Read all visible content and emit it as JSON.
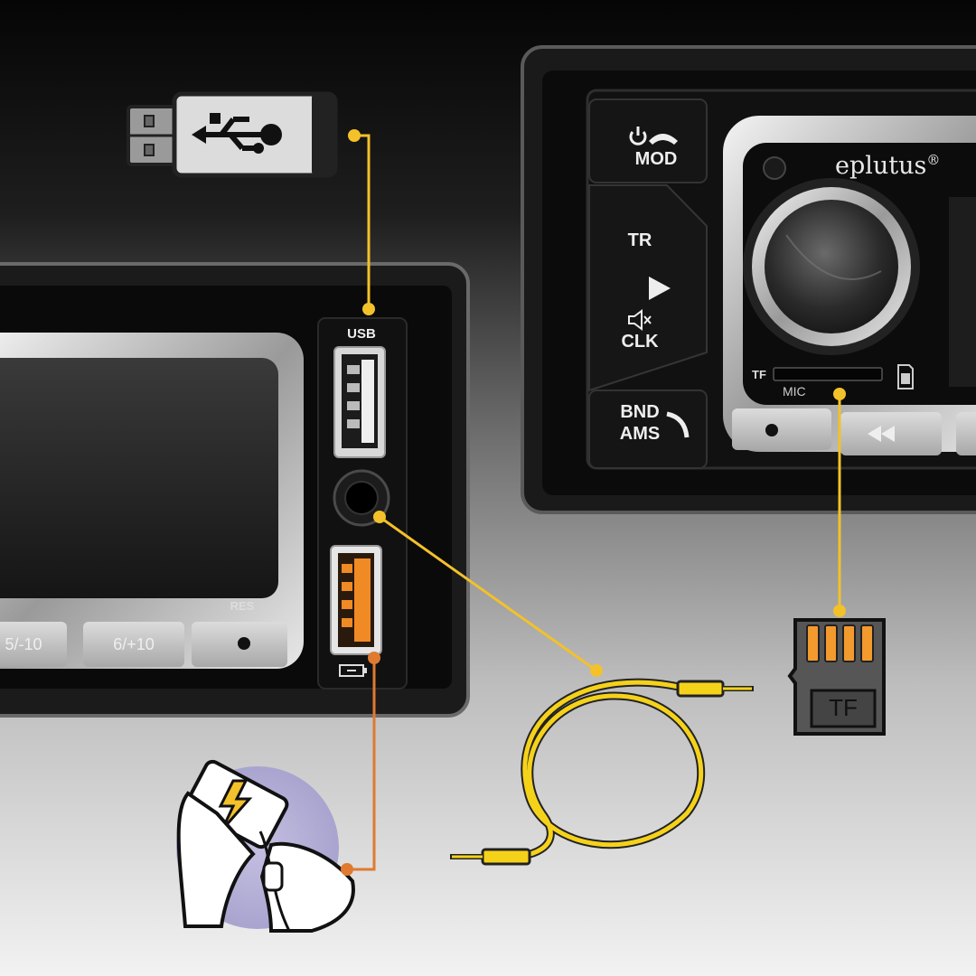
{
  "brand": "eplutus",
  "registered_mark": "®",
  "ports": {
    "usb_label": "USB"
  },
  "buttons": {
    "mod_label": "MOD",
    "tr_label": "TR",
    "clk_label": "CLK",
    "bnd_label": "BND",
    "ams_label": "AMS",
    "res_label": "RES",
    "preset_5": "5/-10",
    "preset_6": "6/+10"
  },
  "slot": {
    "tf_label": "TF",
    "mic_label": "MIC"
  },
  "tf_card": {
    "label": "TF"
  },
  "colors": {
    "usb_line": "#f3c12a",
    "aux_line": "#f3c12a",
    "tf_line": "#f3c12a",
    "charge_line": "#e07a30",
    "charge_port": "#f08a24",
    "cable": "#f5d21a"
  },
  "icons": [
    "usb-symbol-icon",
    "power-icon",
    "phone-hangup-icon",
    "play-icon",
    "mute-icon",
    "phone-answer-icon",
    "sd-card-icon",
    "battery-icon",
    "lightning-icon",
    "rewind-icon"
  ]
}
